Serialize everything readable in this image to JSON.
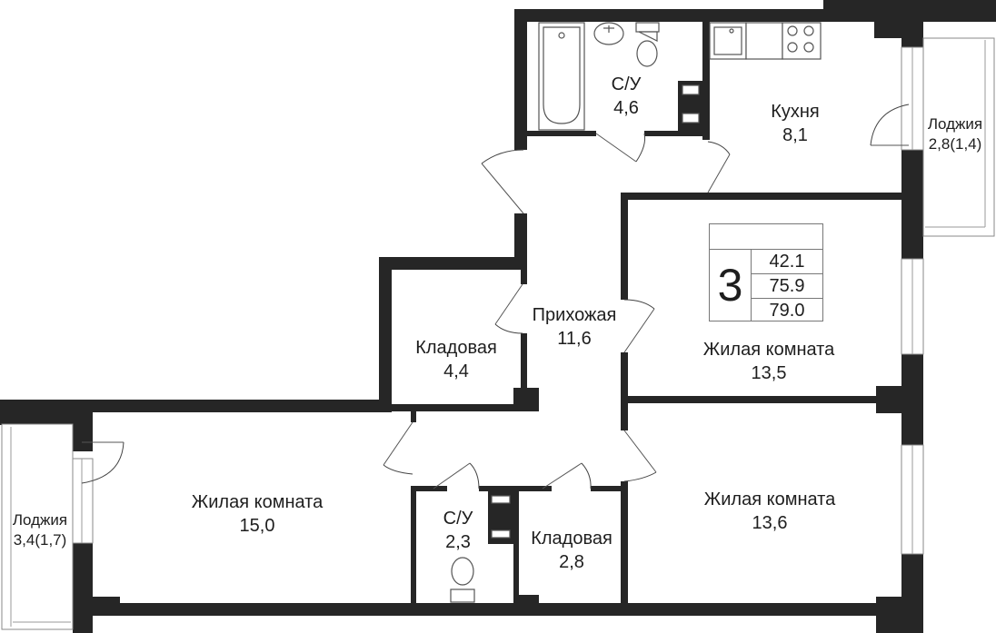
{
  "plan": {
    "rooms": [
      {
        "id": "bathroom-1",
        "name": "С/У",
        "area": "4,6"
      },
      {
        "id": "kitchen",
        "name": "Кухня",
        "area": "8,1"
      },
      {
        "id": "loggia-right",
        "name": "Лоджия",
        "area": "2,8(1,4)"
      },
      {
        "id": "hallway",
        "name": "Прихожая",
        "area": "11,6"
      },
      {
        "id": "storage-1",
        "name": "Кладовая",
        "area": "4,4"
      },
      {
        "id": "living-room-1",
        "name": "Жилая комната",
        "area": "13,5"
      },
      {
        "id": "living-room-2",
        "name": "Жилая комната",
        "area": "15,0"
      },
      {
        "id": "loggia-left",
        "name": "Лоджия",
        "area": "3,4(1,7)"
      },
      {
        "id": "bathroom-2",
        "name": "С/У",
        "area": "2,3"
      },
      {
        "id": "storage-2",
        "name": "Кладовая",
        "area": "2,8"
      },
      {
        "id": "living-room-3",
        "name": "Жилая комната",
        "area": "13,6"
      }
    ],
    "summary": {
      "rooms_count": "3",
      "living_area": "42.1",
      "total_area": "75.9",
      "total_area_with_loggias": "79.0"
    },
    "colors": {
      "wall": "#262626",
      "background": "#ffffff",
      "text": "#1e1e1e"
    }
  }
}
